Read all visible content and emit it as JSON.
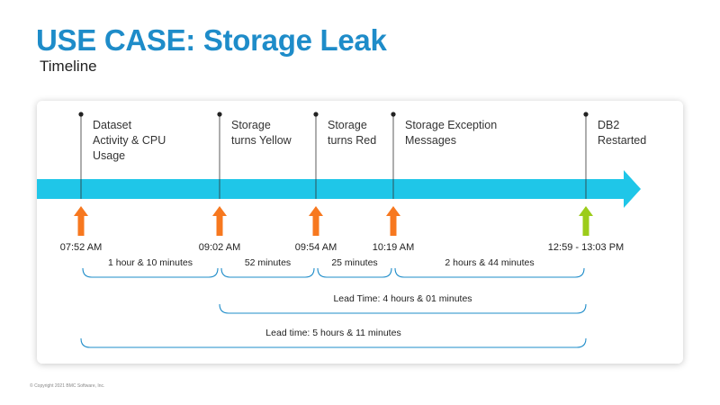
{
  "slide": {
    "title": "USE CASE: Storage Leak",
    "subtitle": "Timeline",
    "copyright": "© Copyright 2021 BMC Software, Inc."
  },
  "colors": {
    "title": "#1e8cc9",
    "timeline_arrow": "#1fc6e8",
    "event_arrow": "#f7781f",
    "restart_arrow": "#9ccc1a",
    "bracket": "#1e8cc9"
  },
  "events": [
    {
      "label": "Dataset\nActivity & CPU\nUsage",
      "time": "07:52 AM",
      "arrow": "orange",
      "icon": "up-arrow-icon"
    },
    {
      "label": "Storage\nturns Yellow",
      "time": "09:02 AM",
      "arrow": "orange",
      "icon": "up-arrow-icon"
    },
    {
      "label": "Storage\nturns Red",
      "time": "09:54 AM",
      "arrow": "orange",
      "icon": "up-arrow-icon"
    },
    {
      "label": "Storage Exception\nMessages",
      "time": "10:19 AM",
      "arrow": "orange",
      "icon": "up-arrow-icon"
    },
    {
      "label": "DB2\nRestarted",
      "time": "12:59 - 13:03 PM",
      "arrow": "green",
      "icon": "up-arrow-icon"
    }
  ],
  "durations": [
    {
      "label": "1 hour & 10 minutes",
      "from": 0,
      "to": 1
    },
    {
      "label": "52 minutes",
      "from": 1,
      "to": 2
    },
    {
      "label": "25 minutes",
      "from": 2,
      "to": 3
    },
    {
      "label": "2 hours & 44 minutes",
      "from": 3,
      "to": 4
    }
  ],
  "lead_times": [
    {
      "label": "Lead Time: 4 hours & 01 minutes",
      "from": 1,
      "to": 4
    },
    {
      "label": "Lead time: 5 hours & 11 minutes",
      "from": 0,
      "to": 4
    }
  ]
}
